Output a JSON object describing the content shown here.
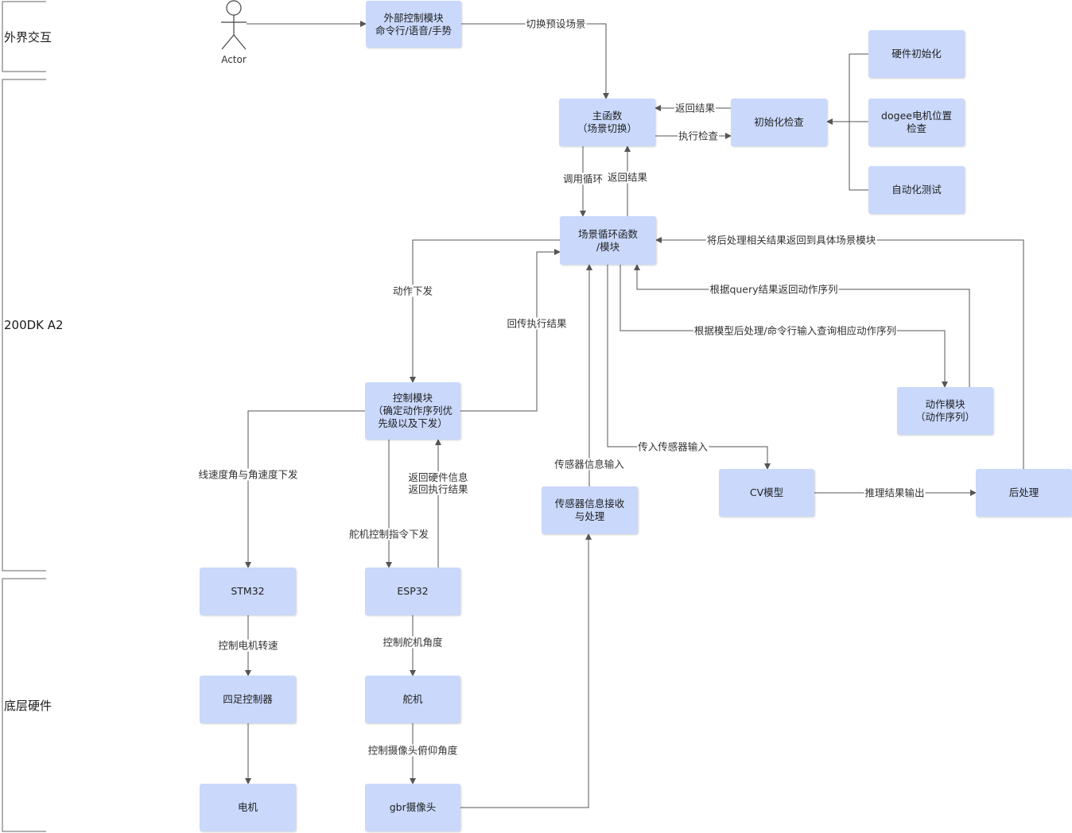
{
  "lanes": {
    "external": "外界交互",
    "board": "200DK A2",
    "hardware": "底层硬件"
  },
  "actor": {
    "label": "Actor"
  },
  "nodes": {
    "ext_control": "外部控制模块\n命令行/语音/手势",
    "main": "主函数\n（场景切换）",
    "init_check": "初始化检查",
    "hw_init": "硬件初始化",
    "dogee_check": "dogee电机位置\n检查",
    "auto_test": "自动化测试",
    "scene_loop": "场景循环函数\n/模块",
    "control": "控制模块\n（确定动作序列优\n先级以及下发）",
    "action": "动作模块\n（动作序列）",
    "sensor": "传感器信息接收\n与处理",
    "cv": "CV模型",
    "post": "后处理",
    "stm32": "STM32",
    "esp32": "ESP32",
    "quad": "四足控制器",
    "servo": "舵机",
    "motor": "电机",
    "camera": "gbr摄像头"
  },
  "edges": {
    "switch_scene": "切换预设场景",
    "return_result_1": "返回结果",
    "exec_check": "执行检查",
    "call_loop": "调用循环",
    "return_result_2": "返回结果",
    "post_return": "将后处理相关结果返回到具体场景模块",
    "query_return": "根据query结果返回动作序列",
    "query_action": "根据模型后处理/命令行输入查询相应动作序列",
    "action_dispatch": "动作下发",
    "exec_return": "回传执行结果",
    "sensor_input_in": "传入传感器输入",
    "sensor_input": "传感器信息输入",
    "infer_output": "推理结果输出",
    "velocity": "线速度角与角速度下发",
    "hw_info": "返回硬件信息\n返回执行结果",
    "servo_cmd": "舵机控制指令下发",
    "motor_speed": "控制电机转速",
    "servo_angle": "控制舵机角度",
    "cam_angle": "控制摄像头俯仰角度"
  },
  "colors": {
    "node_fill": "#c9d8fb",
    "line": "#555555"
  }
}
